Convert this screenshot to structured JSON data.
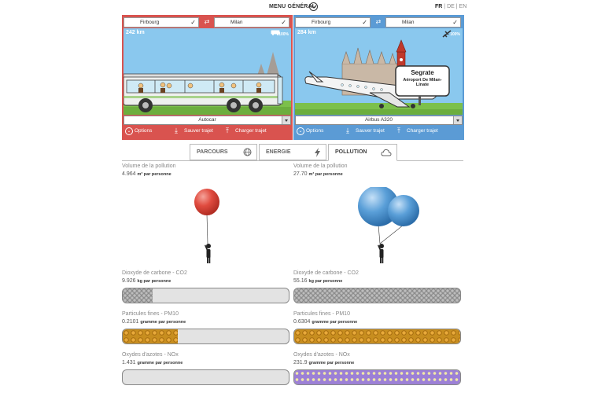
{
  "header": {
    "menu_label": "MENU GÉNÉRAL",
    "langs": [
      "FR",
      "DE",
      "EN"
    ],
    "lang_sep": "|"
  },
  "left": {
    "from": "Firbourg",
    "to": "Milan",
    "distance": "242 km",
    "percent": "100%",
    "vehicle": "Autocar",
    "options": "Options",
    "save": "Sauver trajet",
    "load": "Charger trajet",
    "color": "#d9534f"
  },
  "right": {
    "from": "Firbourg",
    "to": "Milan",
    "distance": "284 km",
    "percent": "100%",
    "vehicle": "Airbus A320",
    "sign_title": "Segrate",
    "sign_line1": "Aéroport De Milan-",
    "sign_line2": "Linate",
    "options": "Options",
    "save": "Sauver trajet",
    "load": "Charger trajet",
    "color": "#5b9bd5"
  },
  "tabs": [
    {
      "label": "PARCOURS",
      "icon": "globe-icon"
    },
    {
      "label": "ENERGIE",
      "icon": "lightning-icon"
    },
    {
      "label": "POLLUTION",
      "icon": "cloud-icon"
    }
  ],
  "pollution": {
    "volume_label": "Volume de la pollution",
    "volume_unit": "m³ par personne",
    "left_volume": "4.964",
    "right_volume": "27.70",
    "co2_label": "Dioxyde de carbone - CO2",
    "co2_unit": "kg par personne",
    "left_co2": "9.926",
    "right_co2": "55.16",
    "pm_label": "Particules fines - PM10",
    "pm_unit": "gramme par personne",
    "left_pm": "0.2101",
    "right_pm": "0.6304",
    "nox_label": "Oxydes d'azotes - NOx",
    "nox_unit": "gramme par personne",
    "left_nox": "1.431",
    "right_nox": "231.9",
    "left_co2_fill": 0.18,
    "right_co2_fill": 1.0,
    "left_pm_fill": 0.33,
    "right_pm_fill": 1.0,
    "left_nox_fill": 0.0,
    "right_nox_fill": 1.0
  }
}
